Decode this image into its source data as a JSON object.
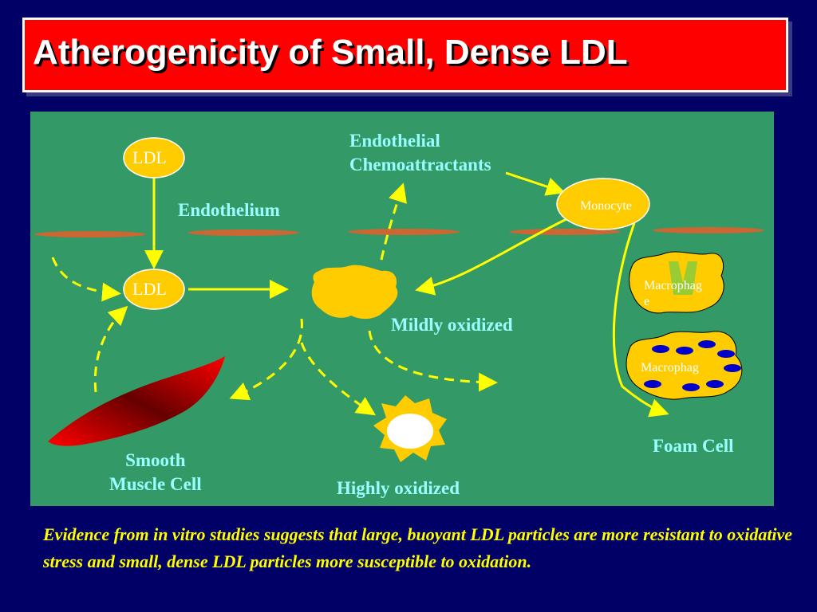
{
  "slide": {
    "title": "Atherogenicity of Small, Dense LDL",
    "caption": "Evidence from in vitro studies suggests that large, buoyant LDL particles are more resistant to oxidative stress and small, dense LDL particles more susceptible to oxidation."
  },
  "diagram": {
    "ldl_top": "LDL",
    "ldl_mid": "LDL",
    "endothelium": "Endothelium",
    "chemo_line1": "Endothelial",
    "chemo_line2": "Chemoattractants",
    "monocyte": "Monocyte",
    "macrophage1_line1": "Macrophag",
    "macrophage1_line2": "e",
    "macrophage2": "Macrophag",
    "mildly_oxidized": "Mildly oxidized",
    "highly_oxidized": "Highly oxidized",
    "smooth_line1": "Smooth",
    "smooth_line2": "Muscle Cell",
    "foam_cell": "Foam Cell"
  },
  "colors": {
    "background": "#000066",
    "title_box": "#ff0000",
    "panel": "#339966",
    "label": "#99ffff",
    "arrow": "#ffff00",
    "particle": "#ffcc00",
    "endothelium_bar": "#cc6633",
    "muscle": "#cc0000",
    "vesicle": "#0000cc"
  }
}
